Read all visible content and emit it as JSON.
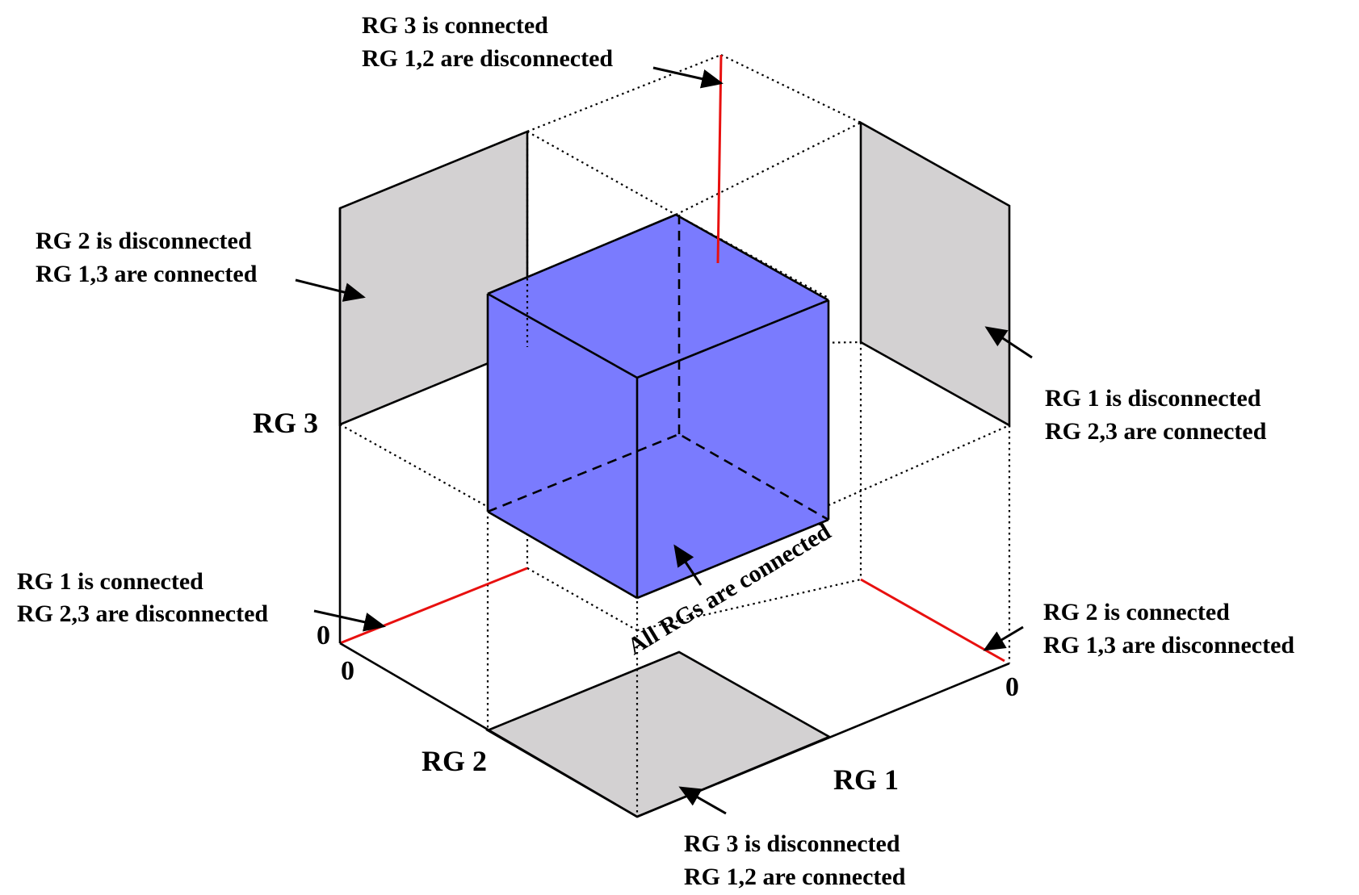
{
  "axes": {
    "rg1": "RG 1",
    "rg2": "RG 2",
    "rg3": "RG 3",
    "zero_rg3": "0",
    "zero_rg2": "0",
    "zero_rg1": "0"
  },
  "annotations": {
    "top": {
      "line1": "RG 3 is connected",
      "line2": "RG 1,2 are disconnected"
    },
    "upper_left": {
      "line1": "RG 2 is disconnected",
      "line2": "RG 1,3 are connected"
    },
    "upper_right": {
      "line1": "RG 1 is disconnected",
      "line2": "RG 2,3 are connected"
    },
    "lower_left": {
      "line1": "RG 1 is connected",
      "line2": "RG 2,3 are disconnected"
    },
    "lower_right": {
      "line1": "RG 2 is connected",
      "line2": "RG 1,3 are disconnected"
    },
    "bottom": {
      "line1": "RG 3 is disconnected",
      "line2": "RG 1,2 are connected"
    },
    "center": "All RGs are connected"
  },
  "colors": {
    "cube_fill": "#7a7bfe",
    "face_fill": "#d3d1d2",
    "edge_red": "#e8100f"
  }
}
